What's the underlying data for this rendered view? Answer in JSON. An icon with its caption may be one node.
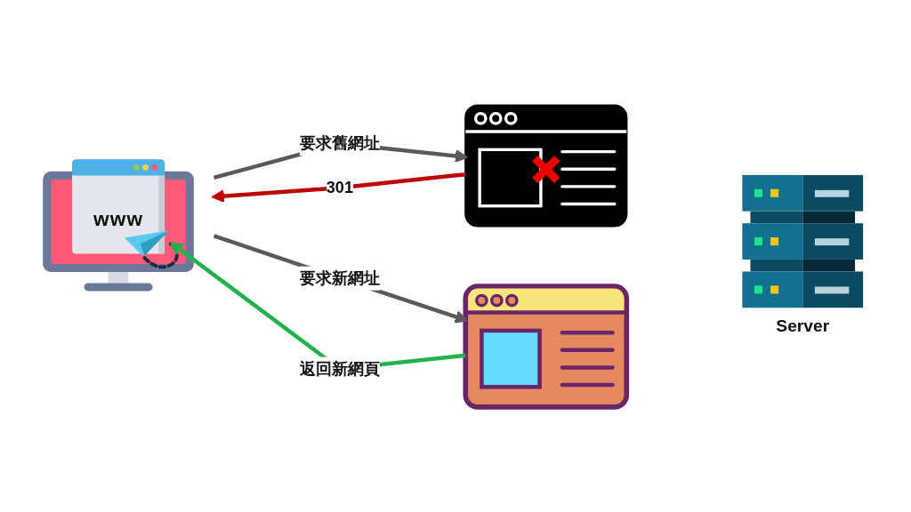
{
  "diagram": {
    "nodes": [
      {
        "text": [
          "www"
        ]
      },
      {
        "text": [],
        "shape": "picture"
      },
      {
        "text": [],
        "shape": "picture"
      },
      {
        "text": [
          "Server"
        ]
      }
    ],
    "edges": [
      {
        "from": 0,
        "to": 1,
        "arrow": "to",
        "label": "要求舊網址"
      },
      {
        "from": 1,
        "to": 0,
        "arrow": "to",
        "label": "301",
        "color": "#c00000"
      },
      {
        "from": 0,
        "to": 2,
        "arrow": "to",
        "label": "要求新網址"
      },
      {
        "from": 2,
        "to": 0,
        "arrow": "to",
        "label": "返回新網頁",
        "color": "#22b14c"
      }
    ]
  }
}
